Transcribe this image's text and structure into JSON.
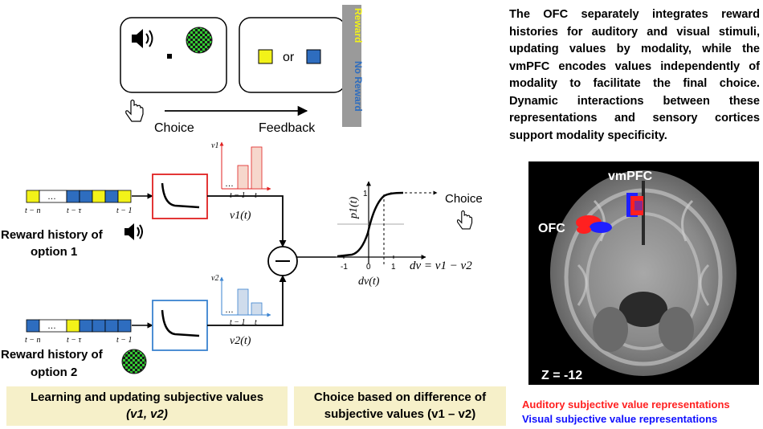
{
  "task": {
    "reward_label": "Reward",
    "no_reward_label": "No Reward",
    "or_label": "or",
    "choice_label": "Choice",
    "feedback_label": "Feedback"
  },
  "summary_text": "The OFC separately integrates reward histories for auditory and visual stimuli, updating values by modality, while the vmPFC encodes values independently of modality to facilitate the final choice. Dynamic interactions between these representations and sensory cortices support modality specificity.",
  "option1": {
    "label_line1": "Reward history of",
    "label_line2": "option 1",
    "ticks": [
      "t − n",
      "…",
      "t − τ",
      "t − 1"
    ],
    "hist_y_label": "v1",
    "hist_ticks": [
      "t − 1",
      "t"
    ],
    "value_label": "v1(t)"
  },
  "option2": {
    "label_line1": "Reward history of",
    "label_line2": "option 2",
    "ticks": [
      "t − n",
      "…",
      "t − τ",
      "t − 1"
    ],
    "hist_y_label": "v2",
    "hist_ticks": [
      "t − 1",
      "t"
    ],
    "value_label": "v2(t)"
  },
  "choice_plot": {
    "y_label": "p1(t)",
    "y_tick": "1",
    "x_ticks": [
      "-1",
      "0",
      "1"
    ],
    "x_formula": "dv = v1 − v2",
    "x_label": "dv(t)",
    "choice_label": "Choice"
  },
  "bottom_panels": {
    "learning_line1": "Learning and updating subjective values",
    "learning_line2": "(v1, v2)",
    "choice_line1": "Choice based on difference of",
    "choice_line2": "subjective values (v1 – v2)"
  },
  "brain": {
    "vmpfc_label": "vmPFC",
    "ofc_label": "OFC",
    "z_label": "Z = -12"
  },
  "legend": {
    "auditory": "Auditory  subjective value representations",
    "visual": "Visual subjective value representations"
  },
  "colors": {
    "reward_yellow": "#f2f219",
    "no_reward_blue": "#2e6dbf",
    "option1_red": "#e02020",
    "option2_blue": "#3a83d0",
    "panel_bg": "#f6f0c9",
    "auditory_red": "#ff2020",
    "visual_blue": "#1010ff"
  }
}
